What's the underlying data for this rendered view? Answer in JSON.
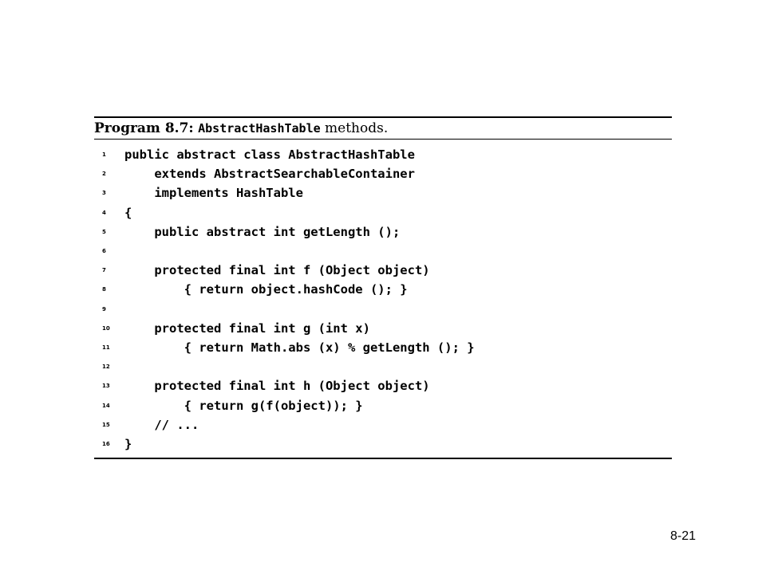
{
  "caption": {
    "label": "Program 8.7:",
    "class_name": "AbstractHashTable",
    "suffix": "methods."
  },
  "lines": [
    {
      "number": "1",
      "text": "public abstract class AbstractHashTable"
    },
    {
      "number": "2",
      "text": "    extends AbstractSearchableContainer"
    },
    {
      "number": "3",
      "text": "    implements HashTable"
    },
    {
      "number": "4",
      "text": "{"
    },
    {
      "number": "5",
      "text": "    public abstract int getLength ();"
    },
    {
      "number": "6",
      "text": ""
    },
    {
      "number": "7",
      "text": "    protected final int f (Object object)"
    },
    {
      "number": "8",
      "text": "        { return object.hashCode (); }"
    },
    {
      "number": "9",
      "text": ""
    },
    {
      "number": "10",
      "text": "    protected final int g (int x)"
    },
    {
      "number": "11",
      "text": "        { return Math.abs (x) % getLength (); }"
    },
    {
      "number": "12",
      "text": ""
    },
    {
      "number": "13",
      "text": "    protected final int h (Object object)"
    },
    {
      "number": "14",
      "text": "        { return g(f(object)); }"
    },
    {
      "number": "15",
      "text": "    // ..."
    },
    {
      "number": "16",
      "text": "}"
    }
  ],
  "slide_number": "8-21"
}
